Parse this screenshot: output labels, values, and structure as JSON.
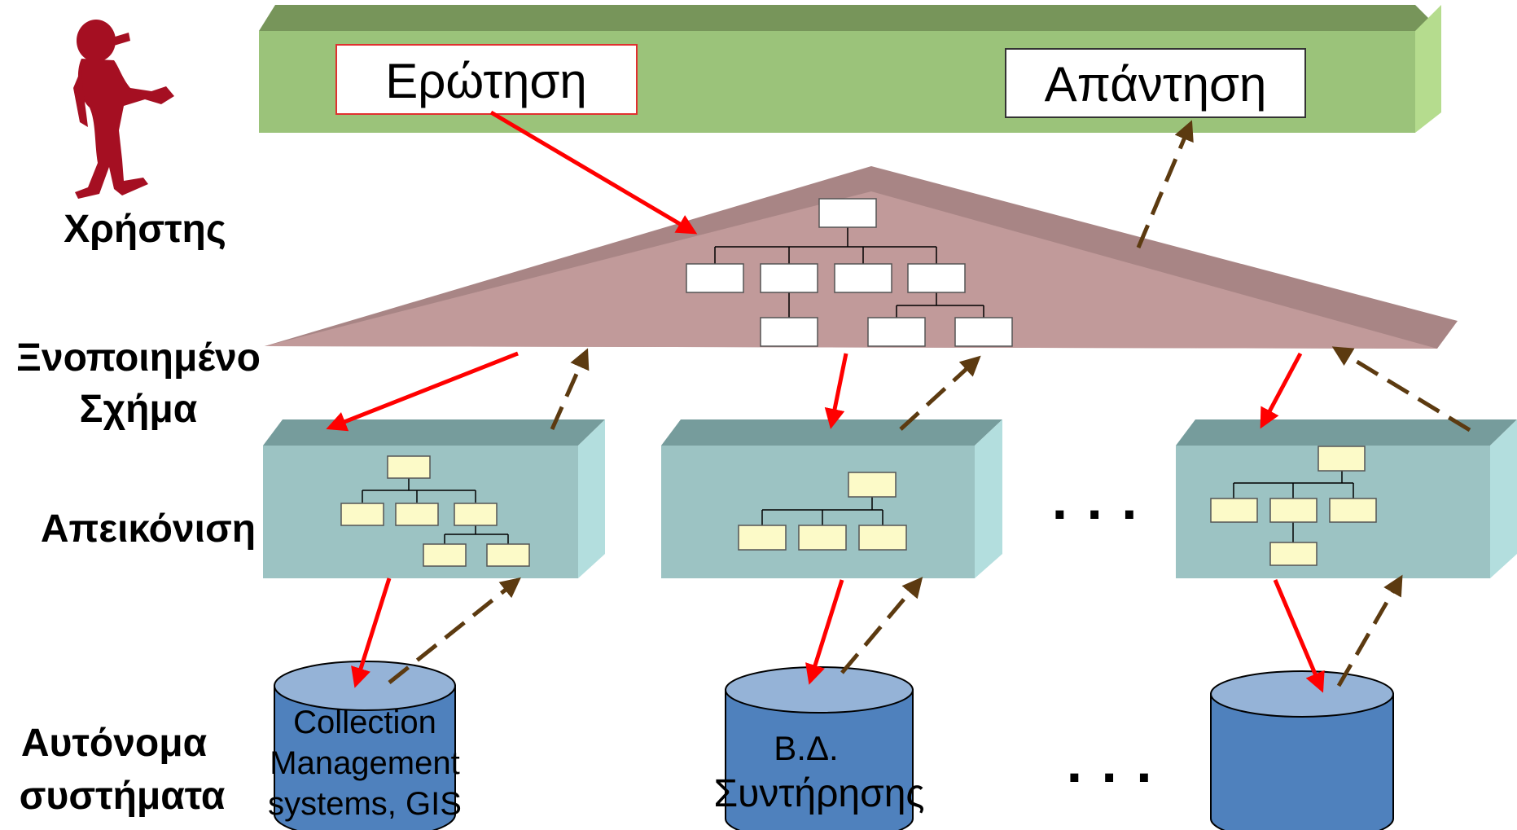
{
  "labels": {
    "user": "Χρήστης",
    "unified_schema_line1": "Ξνοποιημένο",
    "unified_schema_line2": "Σχήμα",
    "mapping": "Απεικόνιση",
    "autonomous_line1": "Αυτόνομα",
    "autonomous_line2": "συστήματα"
  },
  "top_bar": {
    "question": "Ερώτηση",
    "answer": "Απάντηση"
  },
  "databases": {
    "db1_line1": "Collection",
    "db1_line2": "Management",
    "db1_line3": "systems, GIS",
    "db2_line1": "Β.Δ.",
    "db2_line2": "Συντήρησης",
    "db3_line1": ""
  },
  "ellipsis": {
    "mapping": "· · ·",
    "systems": "· · ·"
  },
  "colors": {
    "bar_front": "#9bc37a",
    "bar_top": "#77955a",
    "bar_side": "#b5dc8e",
    "triangle_front": "#c19a9a",
    "triangle_top": "#a88585",
    "box_front": "#9cc3c3",
    "box_top": "#769c9c",
    "box_side": "#b3dede",
    "cyl_body": "#4f81bd",
    "cyl_top": "#95b3d7",
    "red_arrow": "#ff0000",
    "brown_arrow": "#5c3a10",
    "user_figure": "#a50f22",
    "node_yellow": "#fcfac8"
  }
}
